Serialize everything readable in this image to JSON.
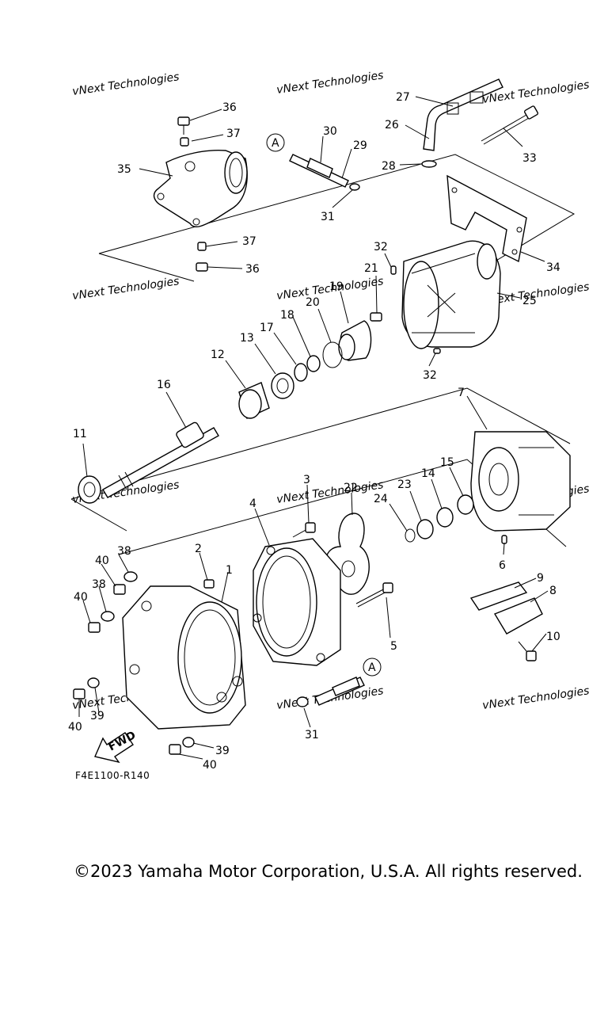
{
  "diagram": {
    "drawing_code": "F4E1100-R140",
    "copyright": "©2023 Yamaha Motor Corporation, U.S.A. All rights reserved.",
    "watermark": "vNext Technologies",
    "fwd_label": "FWD",
    "ref_mark": "A",
    "callouts": [
      "1",
      "2",
      "3",
      "4",
      "5",
      "6",
      "7",
      "8",
      "9",
      "10",
      "11",
      "12",
      "13",
      "14",
      "15",
      "16",
      "17",
      "18",
      "19",
      "20",
      "21",
      "22",
      "23",
      "24",
      "25",
      "26",
      "27",
      "28",
      "29",
      "30",
      "31",
      "32",
      "33",
      "34",
      "35",
      "36",
      "37",
      "38",
      "39",
      "40"
    ]
  }
}
